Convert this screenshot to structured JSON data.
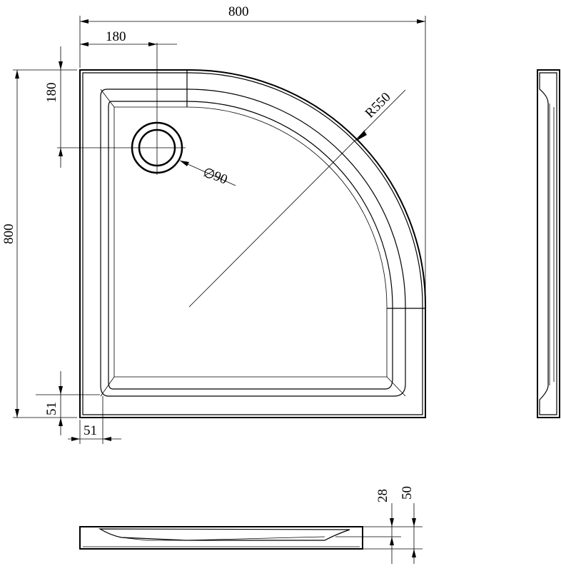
{
  "drawing": {
    "subject": "quarter-round shower tray",
    "views": [
      "plan",
      "side",
      "front"
    ]
  },
  "dimensions": {
    "overall_width": "800",
    "overall_depth": "800",
    "drain_offset_x": "180",
    "drain_offset_y": "180",
    "radius": "R550",
    "drain_diameter_symbol": "∅",
    "drain_diameter": "90",
    "rim_width_x": "51",
    "rim_width_y": "51",
    "inner_depth": "28",
    "total_height": "50"
  }
}
